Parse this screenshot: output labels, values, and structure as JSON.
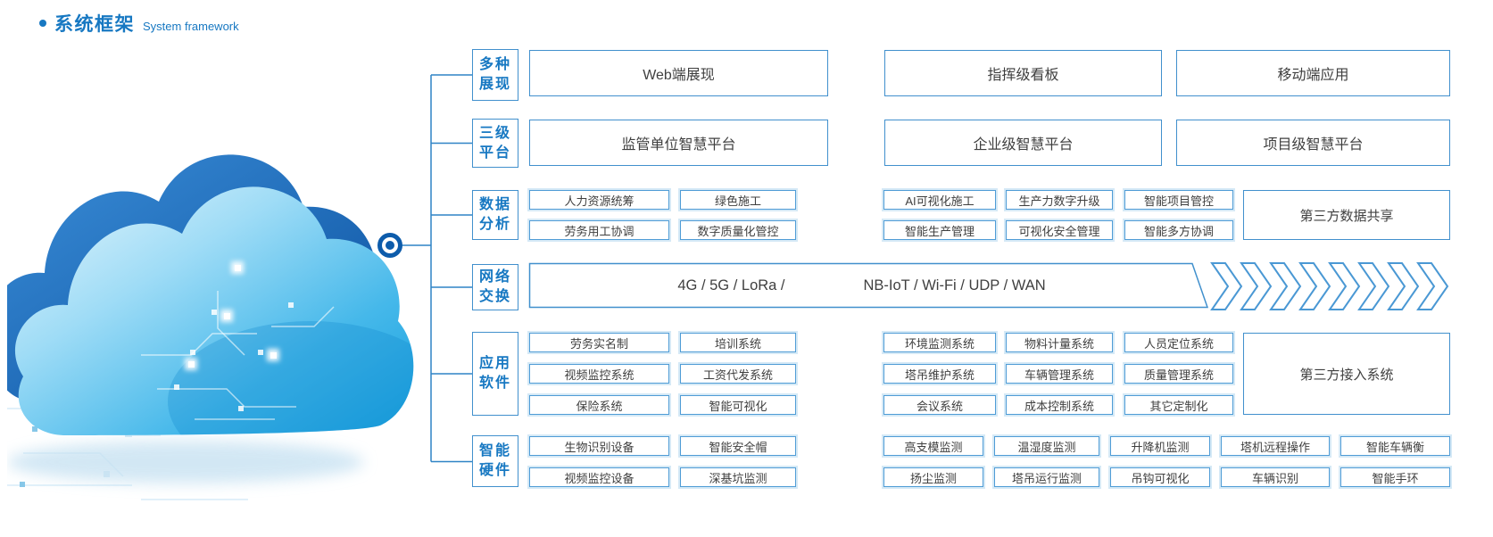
{
  "page": {
    "title_cn": "系统框架",
    "title_en": "System framework"
  },
  "colors": {
    "accent": "#1778c2",
    "box_border": "#4190cd",
    "small_box_border": "#4f9cd6",
    "box_text": "#3f3f3f",
    "node": "#0d5cab",
    "cloud_dark": "#0a4f9e",
    "cloud_light": "#9fdcf6"
  },
  "icons": {
    "cloud": "cloud-illustration",
    "hub_node": "bullseye-node-icon",
    "chevron": "chevron-right-icon",
    "chevron_count": 8
  },
  "rows": [
    {
      "label": [
        "多种",
        "展现"
      ],
      "boxes": [
        "Web端展现",
        "指挥级看板",
        "移动端应用"
      ]
    },
    {
      "label": [
        "三级",
        "平台"
      ],
      "boxes": [
        "监管单位智慧平台",
        "企业级智慧平台",
        "项目级智慧平台"
      ]
    },
    {
      "label": [
        "数据",
        "分析"
      ],
      "cells": [
        [
          "人力资源统筹",
          "绿色施工",
          "AI可视化施工",
          "生产力数字升级",
          "智能项目管控"
        ],
        [
          "劳务用工协调",
          "数字质量化管控",
          "智能生产管理",
          "可视化安全管理",
          "智能多方协调"
        ]
      ],
      "side": "第三方数据共享"
    },
    {
      "label": [
        "网络",
        "交换"
      ],
      "band_left": "4G / 5G / LoRa /",
      "band_right": "NB-IoT / Wi-Fi / UDP / WAN"
    },
    {
      "label": [
        "应用",
        "软件"
      ],
      "cells": [
        [
          "劳务实名制",
          "培训系统",
          "环境监测系统",
          "物料计量系统",
          "人员定位系统"
        ],
        [
          "视频监控系统",
          "工资代发系统",
          "塔吊维护系统",
          "车辆管理系统",
          "质量管理系统"
        ],
        [
          "保险系统",
          "智能可视化",
          "会议系统",
          "成本控制系统",
          "其它定制化"
        ]
      ],
      "side": "第三方接入系统"
    },
    {
      "label": [
        "智能",
        "硬件"
      ],
      "cells": [
        [
          "生物识别设备",
          "智能安全帽",
          "高支模监测",
          "温湿度监测",
          "升降机监测",
          "塔机远程操作",
          "智能车辆衡"
        ],
        [
          "视频监控设备",
          "深基坑监测",
          "扬尘监测",
          "塔吊运行监测",
          "吊钩可视化",
          "车辆识别",
          "智能手环"
        ]
      ]
    }
  ]
}
